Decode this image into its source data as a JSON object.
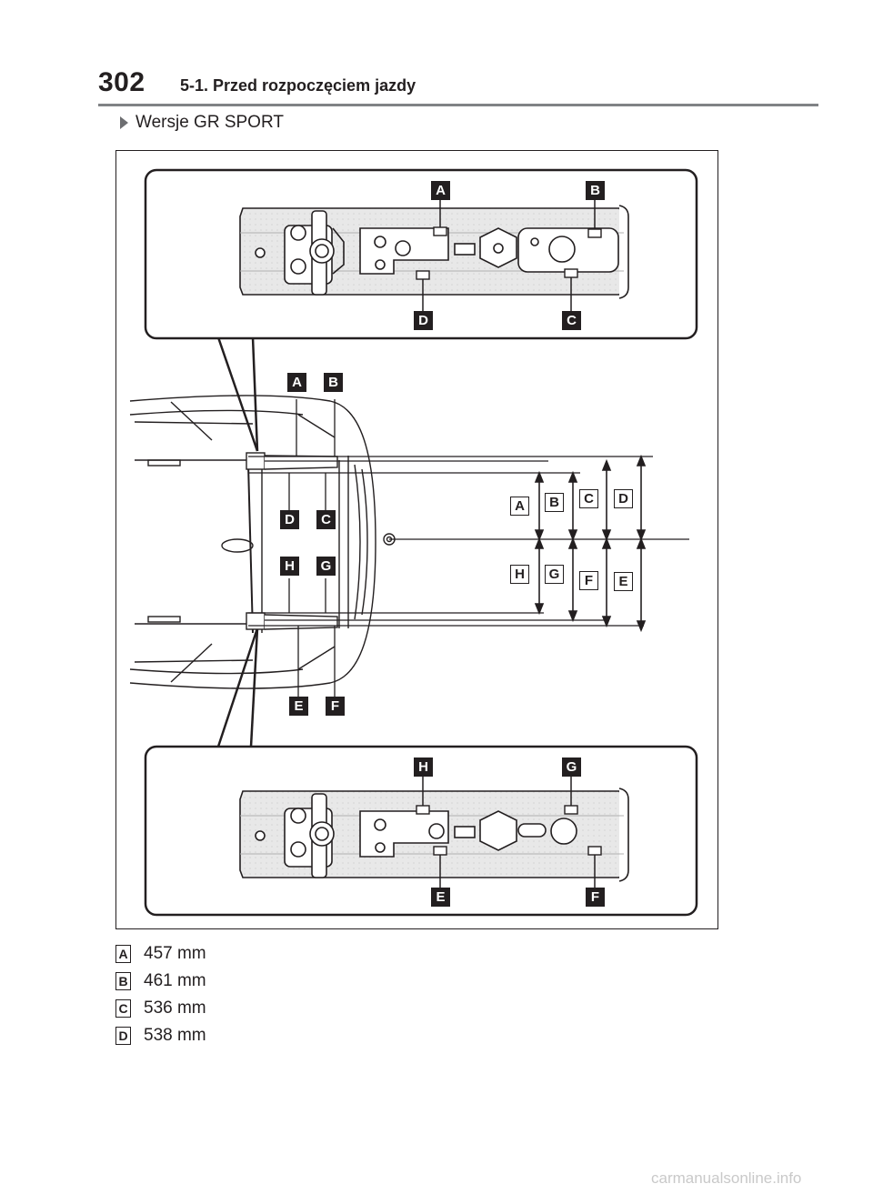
{
  "header": {
    "page_number": "302",
    "section_title": "5-1. Przed rozpoczęciem jazdy"
  },
  "subheading": "Wersje GR SPORT",
  "figure": {
    "top_detail_labels": [
      "A",
      "B",
      "D",
      "C"
    ],
    "overview_labels": [
      "A",
      "B",
      "D",
      "C",
      "H",
      "G",
      "E",
      "F"
    ],
    "right_dimension_labels": [
      "A",
      "B",
      "C",
      "D",
      "H",
      "G",
      "F",
      "E"
    ],
    "bottom_detail_labels": [
      "H",
      "G",
      "E",
      "F"
    ]
  },
  "legend": [
    {
      "key": "A",
      "value": "457 mm"
    },
    {
      "key": "B",
      "value": "461 mm"
    },
    {
      "key": "C",
      "value": "536 mm"
    },
    {
      "key": "D",
      "value": "538 mm"
    }
  ],
  "watermark": "carmanualsonline.info"
}
